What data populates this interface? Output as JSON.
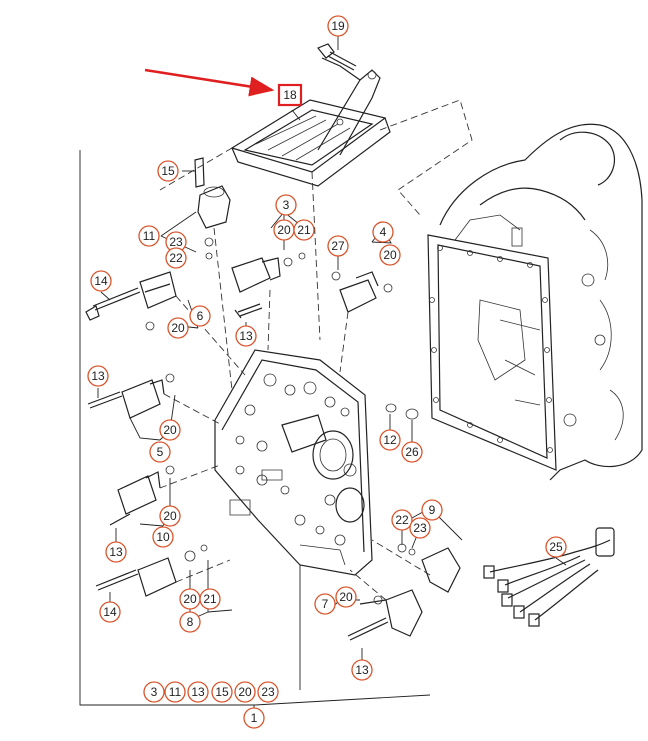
{
  "diagram": {
    "highlight_label": "18",
    "accent_color": "#e02020",
    "callout_color": "#d9542b",
    "callouts": [
      {
        "id": "c19",
        "label": "19"
      },
      {
        "id": "c15",
        "label": "15"
      },
      {
        "id": "c11a",
        "label": "11"
      },
      {
        "id": "c23a",
        "label": "23"
      },
      {
        "id": "c22a",
        "label": "22"
      },
      {
        "id": "c3a",
        "label": "3"
      },
      {
        "id": "c20a",
        "label": "20"
      },
      {
        "id": "c21a",
        "label": "21"
      },
      {
        "id": "c4",
        "label": "4"
      },
      {
        "id": "c27",
        "label": "27"
      },
      {
        "id": "c20b",
        "label": "20"
      },
      {
        "id": "c14a",
        "label": "14"
      },
      {
        "id": "c6",
        "label": "6"
      },
      {
        "id": "c20c",
        "label": "20"
      },
      {
        "id": "c13a",
        "label": "13"
      },
      {
        "id": "c13b",
        "label": "13"
      },
      {
        "id": "c20d",
        "label": "20"
      },
      {
        "id": "c5",
        "label": "5"
      },
      {
        "id": "c12",
        "label": "12"
      },
      {
        "id": "c26",
        "label": "26"
      },
      {
        "id": "c20e",
        "label": "20"
      },
      {
        "id": "c10",
        "label": "10"
      },
      {
        "id": "c13c",
        "label": "13"
      },
      {
        "id": "c9",
        "label": "9"
      },
      {
        "id": "c22b",
        "label": "22"
      },
      {
        "id": "c23b",
        "label": "23"
      },
      {
        "id": "c25",
        "label": "25"
      },
      {
        "id": "c14b",
        "label": "14"
      },
      {
        "id": "c20f",
        "label": "20"
      },
      {
        "id": "c21b",
        "label": "21"
      },
      {
        "id": "c8",
        "label": "8"
      },
      {
        "id": "c7",
        "label": "7"
      },
      {
        "id": "c20g",
        "label": "20"
      },
      {
        "id": "c13d",
        "label": "13"
      },
      {
        "id": "b3",
        "label": "3"
      },
      {
        "id": "b11",
        "label": "11"
      },
      {
        "id": "b13",
        "label": "13"
      },
      {
        "id": "b15",
        "label": "15"
      },
      {
        "id": "b20",
        "label": "20"
      },
      {
        "id": "b23",
        "label": "23"
      },
      {
        "id": "c1",
        "label": "1"
      }
    ]
  }
}
